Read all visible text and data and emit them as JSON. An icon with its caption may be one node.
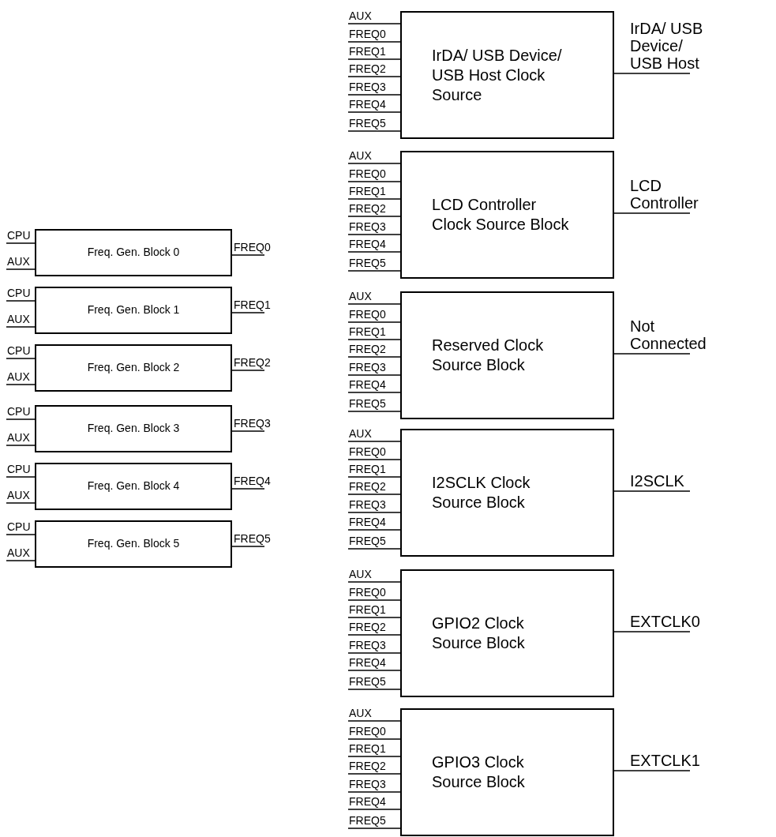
{
  "diagram": {
    "nodes": [
      {
        "text": [
          "Freq. Gen. Block 0"
        ]
      },
      {
        "text": [
          "Freq. Gen. Block 1"
        ]
      },
      {
        "text": [
          "Freq. Gen. Block 2"
        ]
      },
      {
        "text": [
          "Freq. Gen. Block 3"
        ]
      },
      {
        "text": [
          "Freq. Gen. Block 4"
        ]
      },
      {
        "text": [
          "Freq. Gen. Block 5"
        ]
      },
      {
        "text": [
          "IrDA/ USB Device/ USB Host Clock Source"
        ]
      },
      {
        "text": [
          "LCD Controller Clock Source Block"
        ]
      },
      {
        "text": [
          "Reserved Clock Source Block"
        ]
      },
      {
        "text": [
          "I2SCLK Clock Source Block"
        ]
      },
      {
        "text": [
          "GPIO2 Clock Source Block"
        ]
      },
      {
        "text": [
          "GPIO3 Clock Source Block"
        ]
      }
    ],
    "edges": [
      {
        "from": null,
        "to": 0,
        "arrow": "none",
        "label": "CPU"
      },
      {
        "from": null,
        "to": 0,
        "arrow": "none",
        "label": "AUX"
      },
      {
        "from": 0,
        "to": null,
        "arrow": "none",
        "label": "FREQ0"
      },
      {
        "from": null,
        "to": 1,
        "arrow": "none",
        "label": "CPU"
      },
      {
        "from": null,
        "to": 1,
        "arrow": "none",
        "label": "AUX"
      },
      {
        "from": 1,
        "to": null,
        "arrow": "none",
        "label": "FREQ1"
      },
      {
        "from": null,
        "to": 2,
        "arrow": "none",
        "label": "CPU"
      },
      {
        "from": null,
        "to": 2,
        "arrow": "none",
        "label": "AUX"
      },
      {
        "from": 2,
        "to": null,
        "arrow": "none",
        "label": "FREQ2"
      },
      {
        "from": null,
        "to": 3,
        "arrow": "none",
        "label": "CPU"
      },
      {
        "from": null,
        "to": 3,
        "arrow": "none",
        "label": "AUX"
      },
      {
        "from": 3,
        "to": null,
        "arrow": "none",
        "label": "FREQ3"
      },
      {
        "from": null,
        "to": 4,
        "arrow": "none",
        "label": "CPU"
      },
      {
        "from": null,
        "to": 4,
        "arrow": "none",
        "label": "AUX"
      },
      {
        "from": 4,
        "to": null,
        "arrow": "none",
        "label": "FREQ4"
      },
      {
        "from": null,
        "to": 5,
        "arrow": "none",
        "label": "CPU"
      },
      {
        "from": null,
        "to": 5,
        "arrow": "none",
        "label": "AUX"
      },
      {
        "from": 5,
        "to": null,
        "arrow": "none",
        "label": "FREQ5"
      },
      {
        "from": null,
        "to": 6,
        "arrow": "none",
        "label": "AUX"
      },
      {
        "from": null,
        "to": 6,
        "arrow": "none",
        "label": "FREQ0"
      },
      {
        "from": null,
        "to": 6,
        "arrow": "none",
        "label": "FREQ1"
      },
      {
        "from": null,
        "to": 6,
        "arrow": "none",
        "label": "FREQ2"
      },
      {
        "from": null,
        "to": 6,
        "arrow": "none",
        "label": "FREQ3"
      },
      {
        "from": null,
        "to": 6,
        "arrow": "none",
        "label": "FREQ4"
      },
      {
        "from": null,
        "to": 6,
        "arrow": "none",
        "label": "FREQ5"
      },
      {
        "from": 6,
        "to": null,
        "arrow": "none",
        "label": "IrDA/ USB Device/ USB Host"
      },
      {
        "from": null,
        "to": 7,
        "arrow": "none",
        "label": "AUX"
      },
      {
        "from": null,
        "to": 7,
        "arrow": "none",
        "label": "FREQ0"
      },
      {
        "from": null,
        "to": 7,
        "arrow": "none",
        "label": "FREQ1"
      },
      {
        "from": null,
        "to": 7,
        "arrow": "none",
        "label": "FREQ2"
      },
      {
        "from": null,
        "to": 7,
        "arrow": "none",
        "label": "FREQ3"
      },
      {
        "from": null,
        "to": 7,
        "arrow": "none",
        "label": "FREQ4"
      },
      {
        "from": null,
        "to": 7,
        "arrow": "none",
        "label": "FREQ5"
      },
      {
        "from": 7,
        "to": null,
        "arrow": "none",
        "label": "LCD Controller"
      },
      {
        "from": null,
        "to": 8,
        "arrow": "none",
        "label": "AUX"
      },
      {
        "from": null,
        "to": 8,
        "arrow": "none",
        "label": "FREQ0"
      },
      {
        "from": null,
        "to": 8,
        "arrow": "none",
        "label": "FREQ1"
      },
      {
        "from": null,
        "to": 8,
        "arrow": "none",
        "label": "FREQ2"
      },
      {
        "from": null,
        "to": 8,
        "arrow": "none",
        "label": "FREQ3"
      },
      {
        "from": null,
        "to": 8,
        "arrow": "none",
        "label": "FREQ4"
      },
      {
        "from": null,
        "to": 8,
        "arrow": "none",
        "label": "FREQ5"
      },
      {
        "from": 8,
        "to": null,
        "arrow": "none",
        "label": "Not Connected"
      },
      {
        "from": null,
        "to": 9,
        "arrow": "none",
        "label": "AUX"
      },
      {
        "from": null,
        "to": 9,
        "arrow": "none",
        "label": "FREQ0"
      },
      {
        "from": null,
        "to": 9,
        "arrow": "none",
        "label": "FREQ1"
      },
      {
        "from": null,
        "to": 9,
        "arrow": "none",
        "label": "FREQ2"
      },
      {
        "from": null,
        "to": 9,
        "arrow": "none",
        "label": "FREQ3"
      },
      {
        "from": null,
        "to": 9,
        "arrow": "none",
        "label": "FREQ4"
      },
      {
        "from": null,
        "to": 9,
        "arrow": "none",
        "label": "FREQ5"
      },
      {
        "from": 9,
        "to": null,
        "arrow": "none",
        "label": "I2SCLK"
      },
      {
        "from": null,
        "to": 10,
        "arrow": "none",
        "label": "AUX"
      },
      {
        "from": null,
        "to": 10,
        "arrow": "none",
        "label": "FREQ0"
      },
      {
        "from": null,
        "to": 10,
        "arrow": "none",
        "label": "FREQ1"
      },
      {
        "from": null,
        "to": 10,
        "arrow": "none",
        "label": "FREQ2"
      },
      {
        "from": null,
        "to": 10,
        "arrow": "none",
        "label": "FREQ3"
      },
      {
        "from": null,
        "to": 10,
        "arrow": "none",
        "label": "FREQ4"
      },
      {
        "from": null,
        "to": 10,
        "arrow": "none",
        "label": "FREQ5"
      },
      {
        "from": 10,
        "to": null,
        "arrow": "none",
        "label": "EXTCLK0"
      },
      {
        "from": null,
        "to": 11,
        "arrow": "none",
        "label": "AUX"
      },
      {
        "from": null,
        "to": 11,
        "arrow": "none",
        "label": "FREQ0"
      },
      {
        "from": null,
        "to": 11,
        "arrow": "none",
        "label": "FREQ1"
      },
      {
        "from": null,
        "to": 11,
        "arrow": "none",
        "label": "FREQ2"
      },
      {
        "from": null,
        "to": 11,
        "arrow": "none",
        "label": "FREQ3"
      },
      {
        "from": null,
        "to": 11,
        "arrow": "none",
        "label": "FREQ4"
      },
      {
        "from": null,
        "to": 11,
        "arrow": "none",
        "label": "FREQ5"
      },
      {
        "from": 11,
        "to": null,
        "arrow": "none",
        "label": "EXTCLK1"
      }
    ]
  }
}
